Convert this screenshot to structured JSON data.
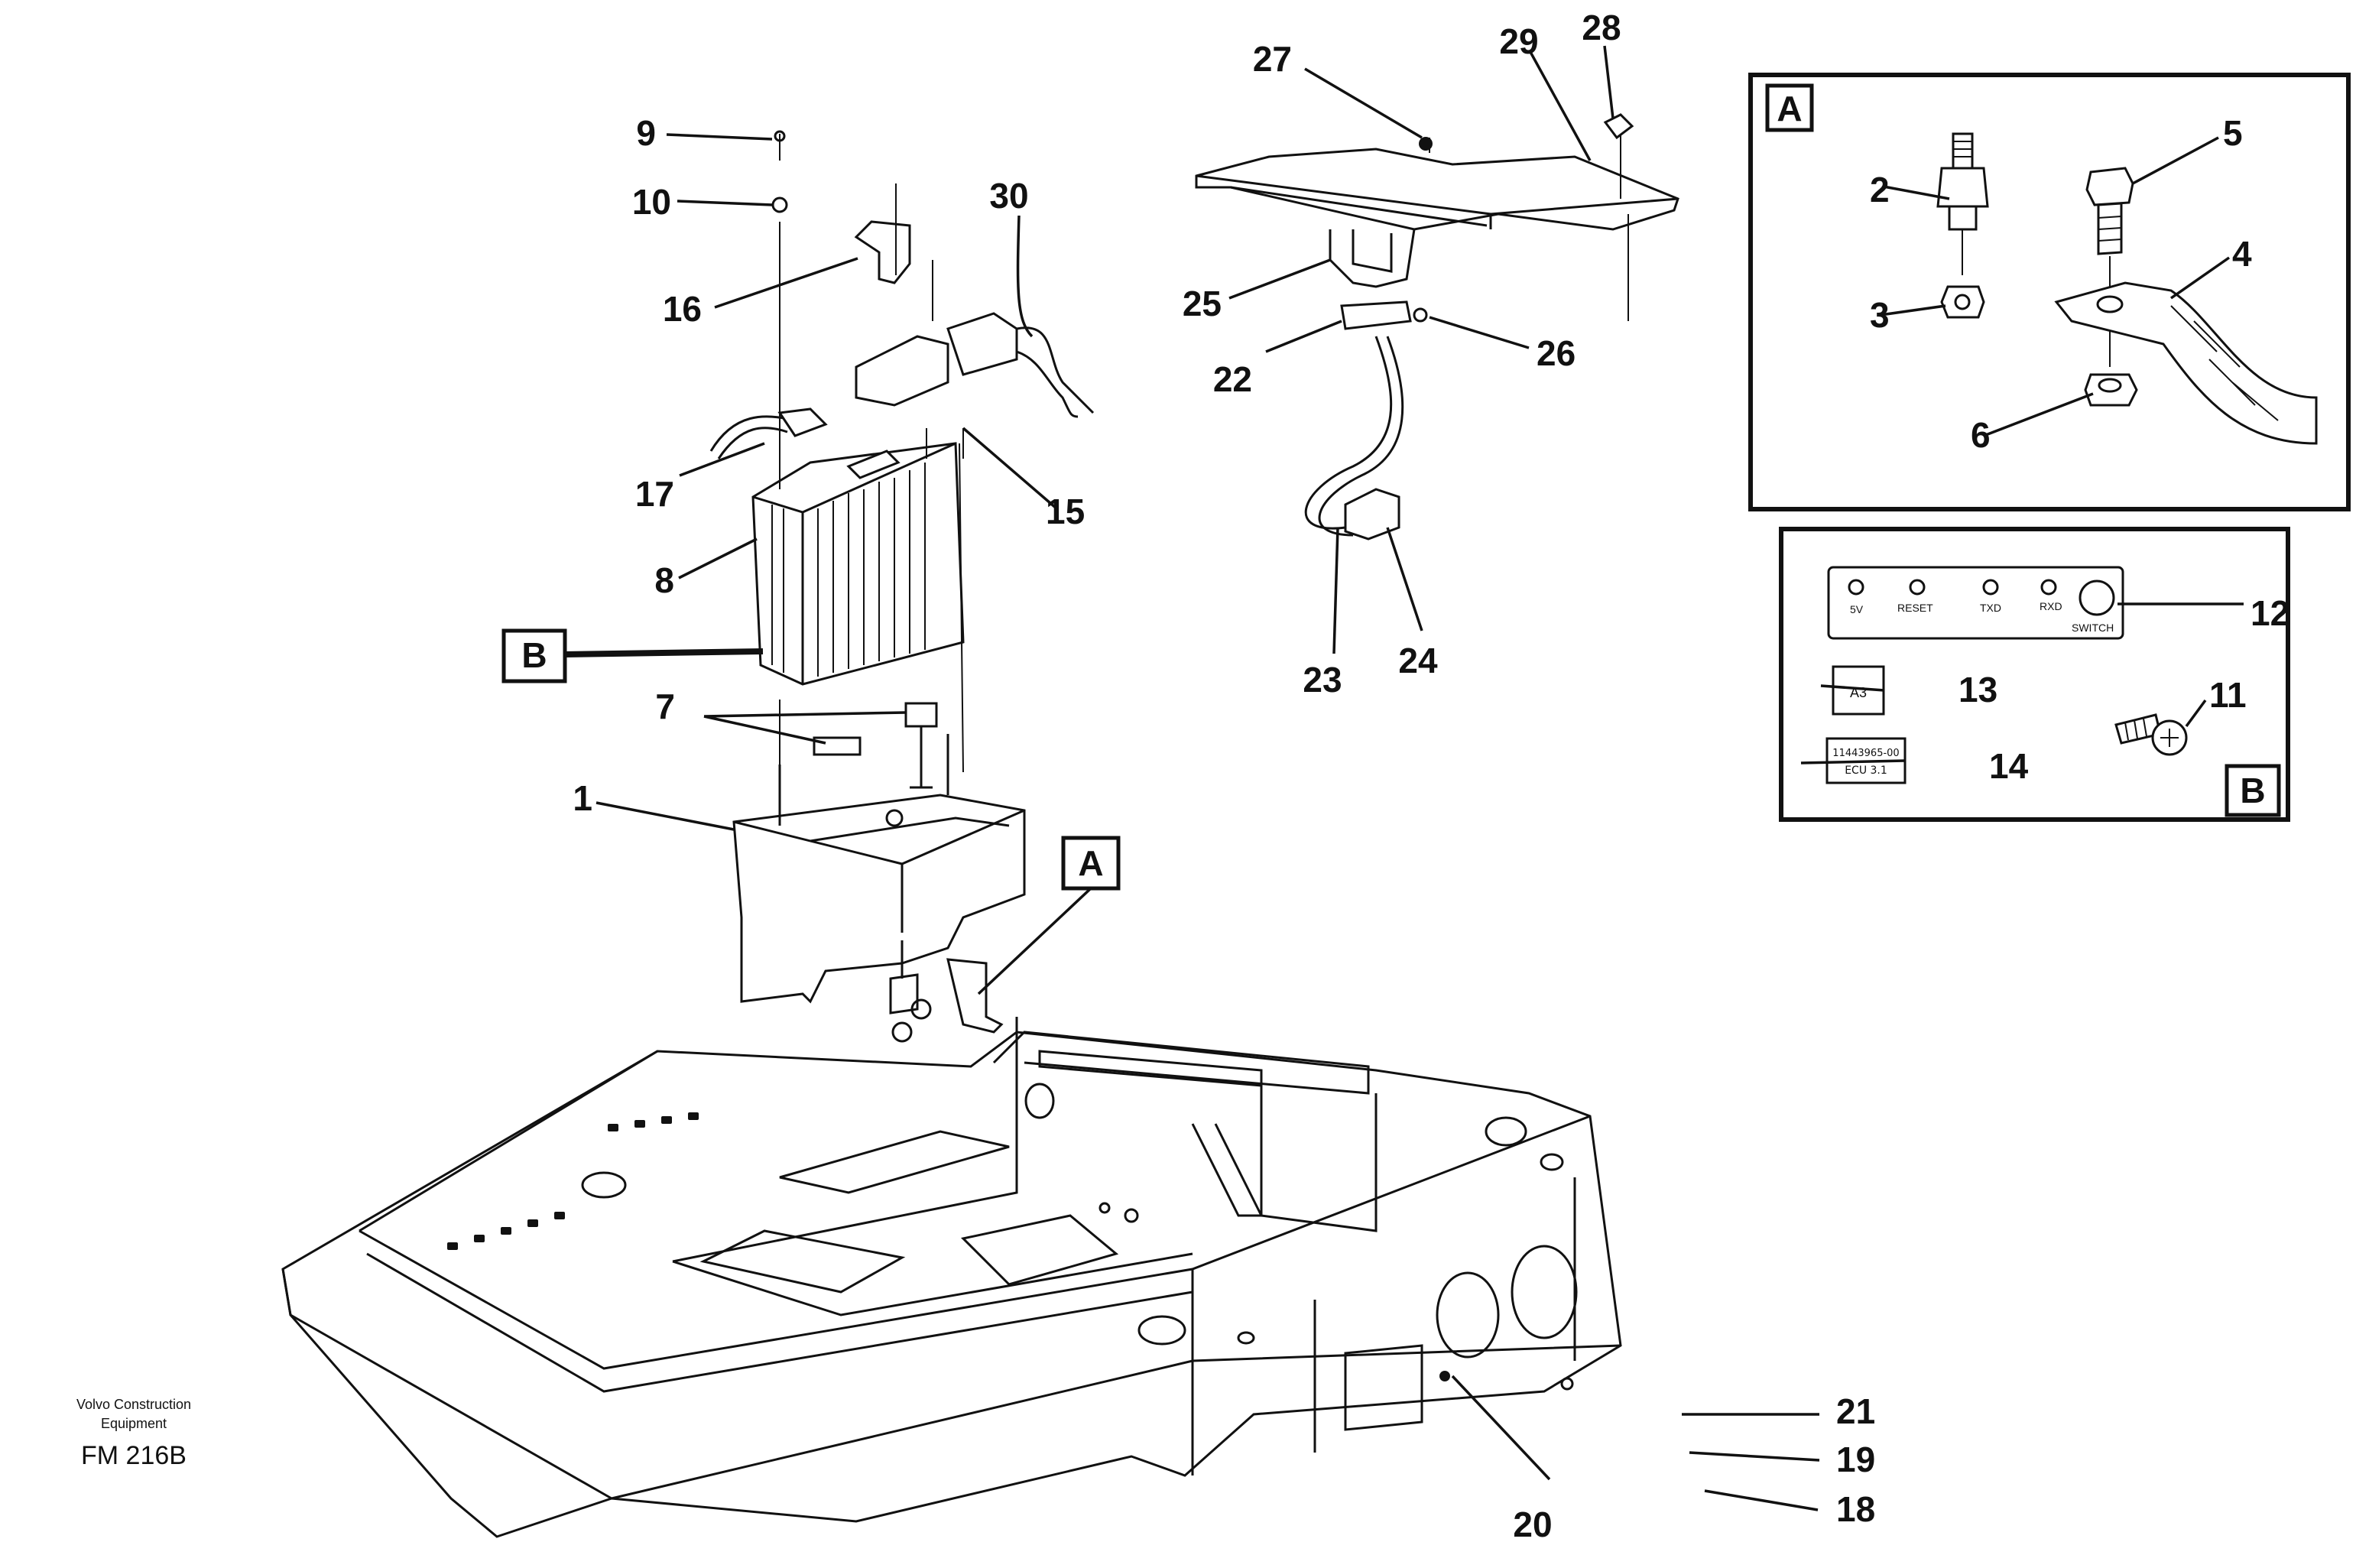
{
  "callouts": [
    "1",
    "2",
    "3",
    "4",
    "5",
    "6",
    "7",
    "8",
    "9",
    "10",
    "11",
    "12",
    "13",
    "14",
    "15",
    "16",
    "17",
    "18",
    "19",
    "20",
    "21",
    "22",
    "23",
    "24",
    "25",
    "26",
    "27",
    "28",
    "29",
    "30"
  ],
  "detail_tags": {
    "a": "A",
    "b": "B"
  },
  "panel_b": {
    "leds": [
      "5V",
      "RESET",
      "TXD",
      "RXD"
    ],
    "switch_label": "SWITCH",
    "label_code": "A3",
    "label_part_line1": "11443965-00",
    "label_part_line2": "ECU 3.1"
  },
  "credit": {
    "line1": "Volvo Construction",
    "line2": "Equipment",
    "code": "FM 216B"
  }
}
